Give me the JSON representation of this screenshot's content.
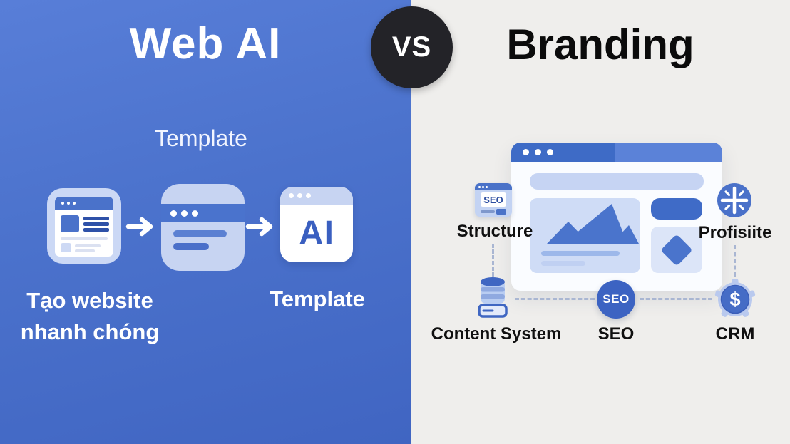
{
  "titles": {
    "left": "Web AI",
    "vs": "VS",
    "right": "Branding"
  },
  "left_section": {
    "template_top_label": "Template",
    "tagline_line1": "Tạo website",
    "tagline_line2": "nhanh chóng",
    "template_bottom_label": "Template",
    "ai_icon_label": "AI"
  },
  "right_section": {
    "seo_card_label": "SEO",
    "structure_label": "Structure",
    "profile_label": "Profisiite",
    "content_system_label": "Content System",
    "seo_badge_label": "SEO",
    "seo_label": "SEO",
    "crm_symbol": "$",
    "crm_label": "CRM"
  },
  "colors": {
    "left_background": "#4b72cc",
    "right_background": "#efeeec",
    "vs_badge": "#232328",
    "primary_blue": "#4a73cd",
    "light_blue": "#c7d4f2",
    "text_dark": "#111111",
    "text_light": "#ffffff"
  }
}
